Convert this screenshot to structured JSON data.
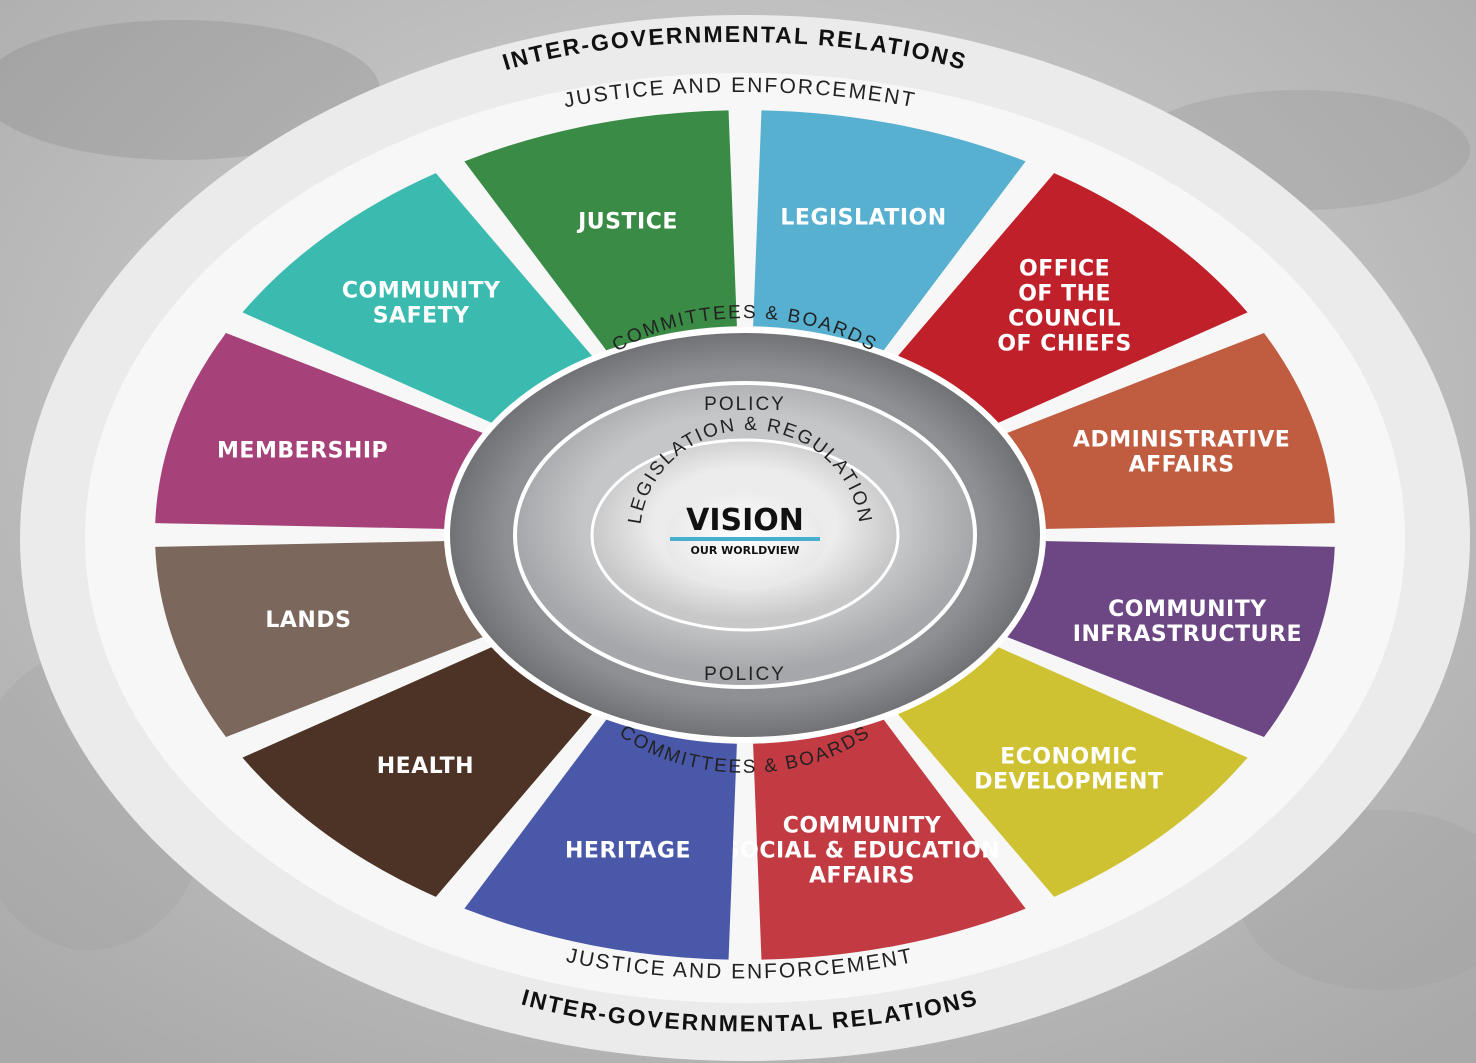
{
  "outer_ring": {
    "top_label": "INTER-GOVERNMENTAL RELATIONS",
    "bottom_label": "INTER-GOVERNMENTAL RELATIONS"
  },
  "justice_ring": {
    "top_label": "JUSTICE AND ENFORCEMENT",
    "bottom_label": "JUSTICE AND ENFORCEMENT"
  },
  "inner_rings": {
    "committees_top": "COMMITTEES & BOARDS",
    "committees_bottom": "COMMITTEES & BOARDS",
    "policy_top": "POLICY",
    "policy_bottom": "POLICY",
    "legislation_regulation": "LEGISLATION & REGULATION"
  },
  "center": {
    "title": "VISION",
    "subtitle": "OUR WORLDVIEW",
    "accent_color": "#4aaed0"
  },
  "segments": [
    {
      "name": "legislation",
      "lines": [
        "LEGISLATION"
      ],
      "color": "#58b0d0"
    },
    {
      "name": "office-of-the-council-of-chiefs",
      "lines": [
        "OFFICE",
        "OF THE",
        "COUNCIL",
        "OF CHIEFS"
      ],
      "color": "#c0202a"
    },
    {
      "name": "administrative-affairs",
      "lines": [
        "ADMINISTRATIVE",
        "AFFAIRS"
      ],
      "color": "#c05d40"
    },
    {
      "name": "community-infrastructure",
      "lines": [
        "COMMUNITY",
        "INFRASTRUCTURE"
      ],
      "color": "#6c4784"
    },
    {
      "name": "economic-development",
      "lines": [
        "ECONOMIC",
        "DEVELOPMENT"
      ],
      "color": "#cfc232"
    },
    {
      "name": "community-social-education-affairs",
      "lines": [
        "COMMUNITY",
        "SOCIAL & EDUCATION",
        "AFFAIRS"
      ],
      "color": "#c23a42"
    },
    {
      "name": "heritage",
      "lines": [
        "HERITAGE"
      ],
      "color": "#4a58aa"
    },
    {
      "name": "health",
      "lines": [
        "HEALTH"
      ],
      "color": "#4d3326"
    },
    {
      "name": "lands",
      "lines": [
        "LANDS"
      ],
      "color": "#7b675b"
    },
    {
      "name": "membership",
      "lines": [
        "MEMBERSHIP"
      ],
      "color": "#a64279"
    },
    {
      "name": "community-safety",
      "lines": [
        "COMMUNITY",
        "SAFETY"
      ],
      "color": "#3bbab0"
    },
    {
      "name": "justice",
      "lines": [
        "JUSTICE"
      ],
      "color": "#3a8b45"
    }
  ]
}
